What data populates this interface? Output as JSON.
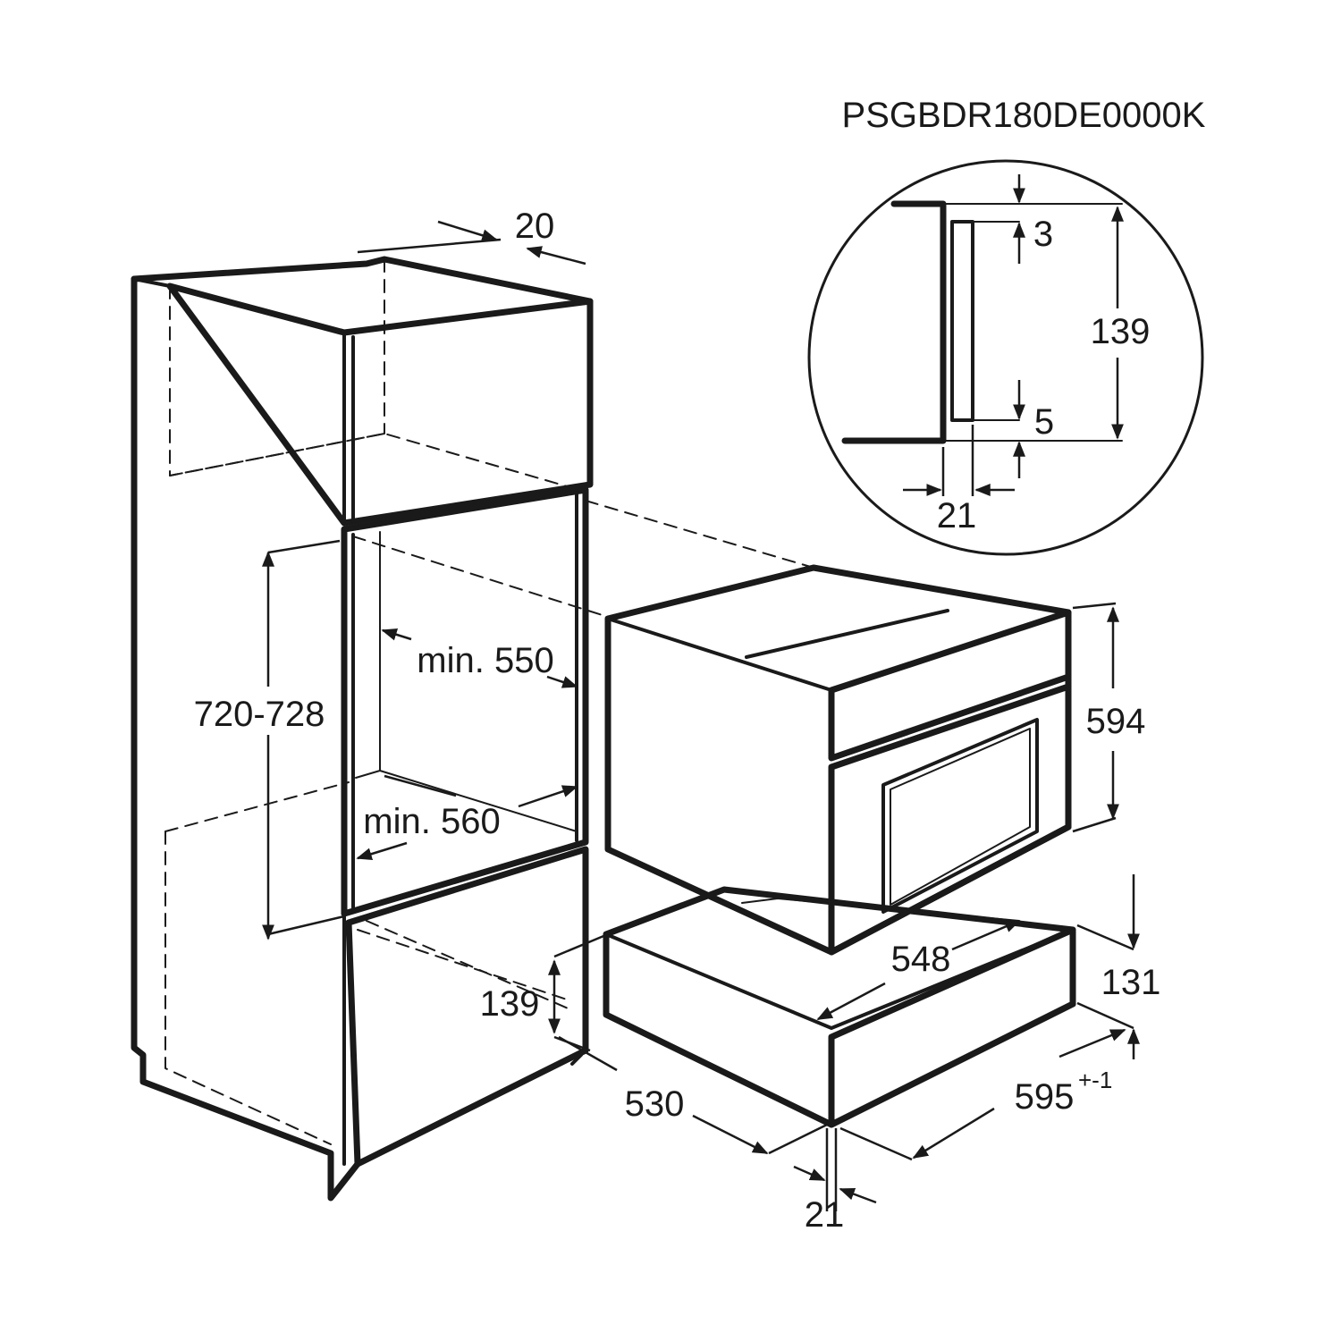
{
  "model_code": "PSGBDR180DE0000K",
  "dimensions": {
    "gap_top": "20",
    "niche_height": "720-728",
    "min_width": "min. 550",
    "min_depth": "min. 560",
    "drawer_height_niche": "139",
    "depth": "530",
    "front_offset": "21",
    "drawer_width": "548",
    "oven_height": "594",
    "drawer_height": "131",
    "width": "595",
    "width_tolerance": "+-1"
  },
  "detail": {
    "top_gap": "3",
    "bottom_gap": "5",
    "height": "139",
    "offset": "21"
  }
}
